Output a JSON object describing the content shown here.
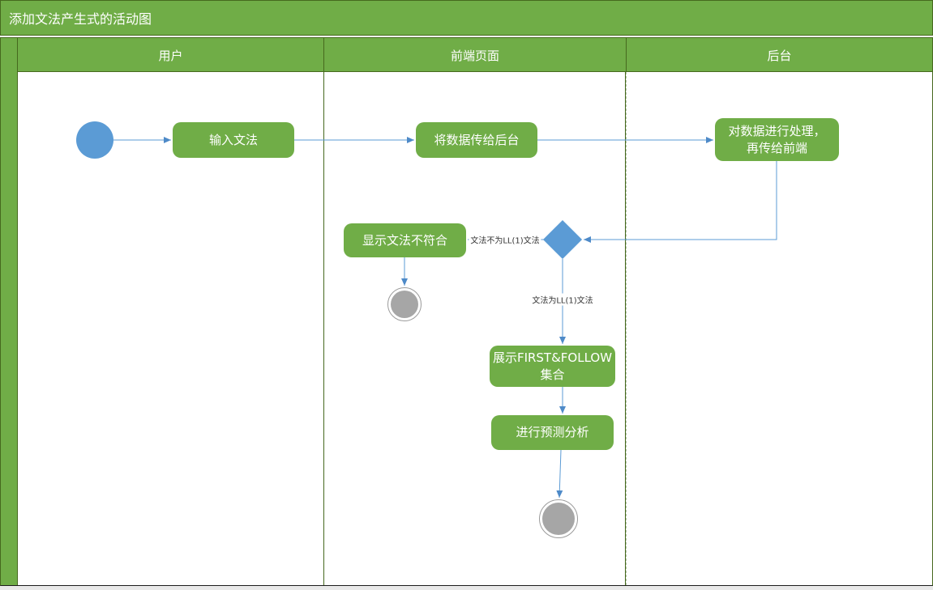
{
  "title": "添加文法产生式的活动图",
  "lanes": [
    {
      "label": "用户"
    },
    {
      "label": "前端页面"
    },
    {
      "label": "后台"
    }
  ],
  "nodes": {
    "input": {
      "label": "输入文法"
    },
    "send": {
      "label": "将数据传给后台"
    },
    "process": {
      "line1": "对数据进行处理，",
      "line2": "再传给前端"
    },
    "show_error": {
      "label": "显示文法不符合"
    },
    "sets": {
      "line1": "展示FIRST&FOLLOW",
      "line2": "集合"
    },
    "predict": {
      "label": "进行预测分析"
    }
  },
  "edge_labels": {
    "not_ll1": "文法不为LL(1)文法",
    "is_ll1": "文法为LL(1)文法"
  },
  "colors": {
    "accent_green": "#70AD47",
    "dark_green_line": "#46691E",
    "accent_blue": "#5B9BD5",
    "end_node_gray": "#A6A6A6"
  }
}
